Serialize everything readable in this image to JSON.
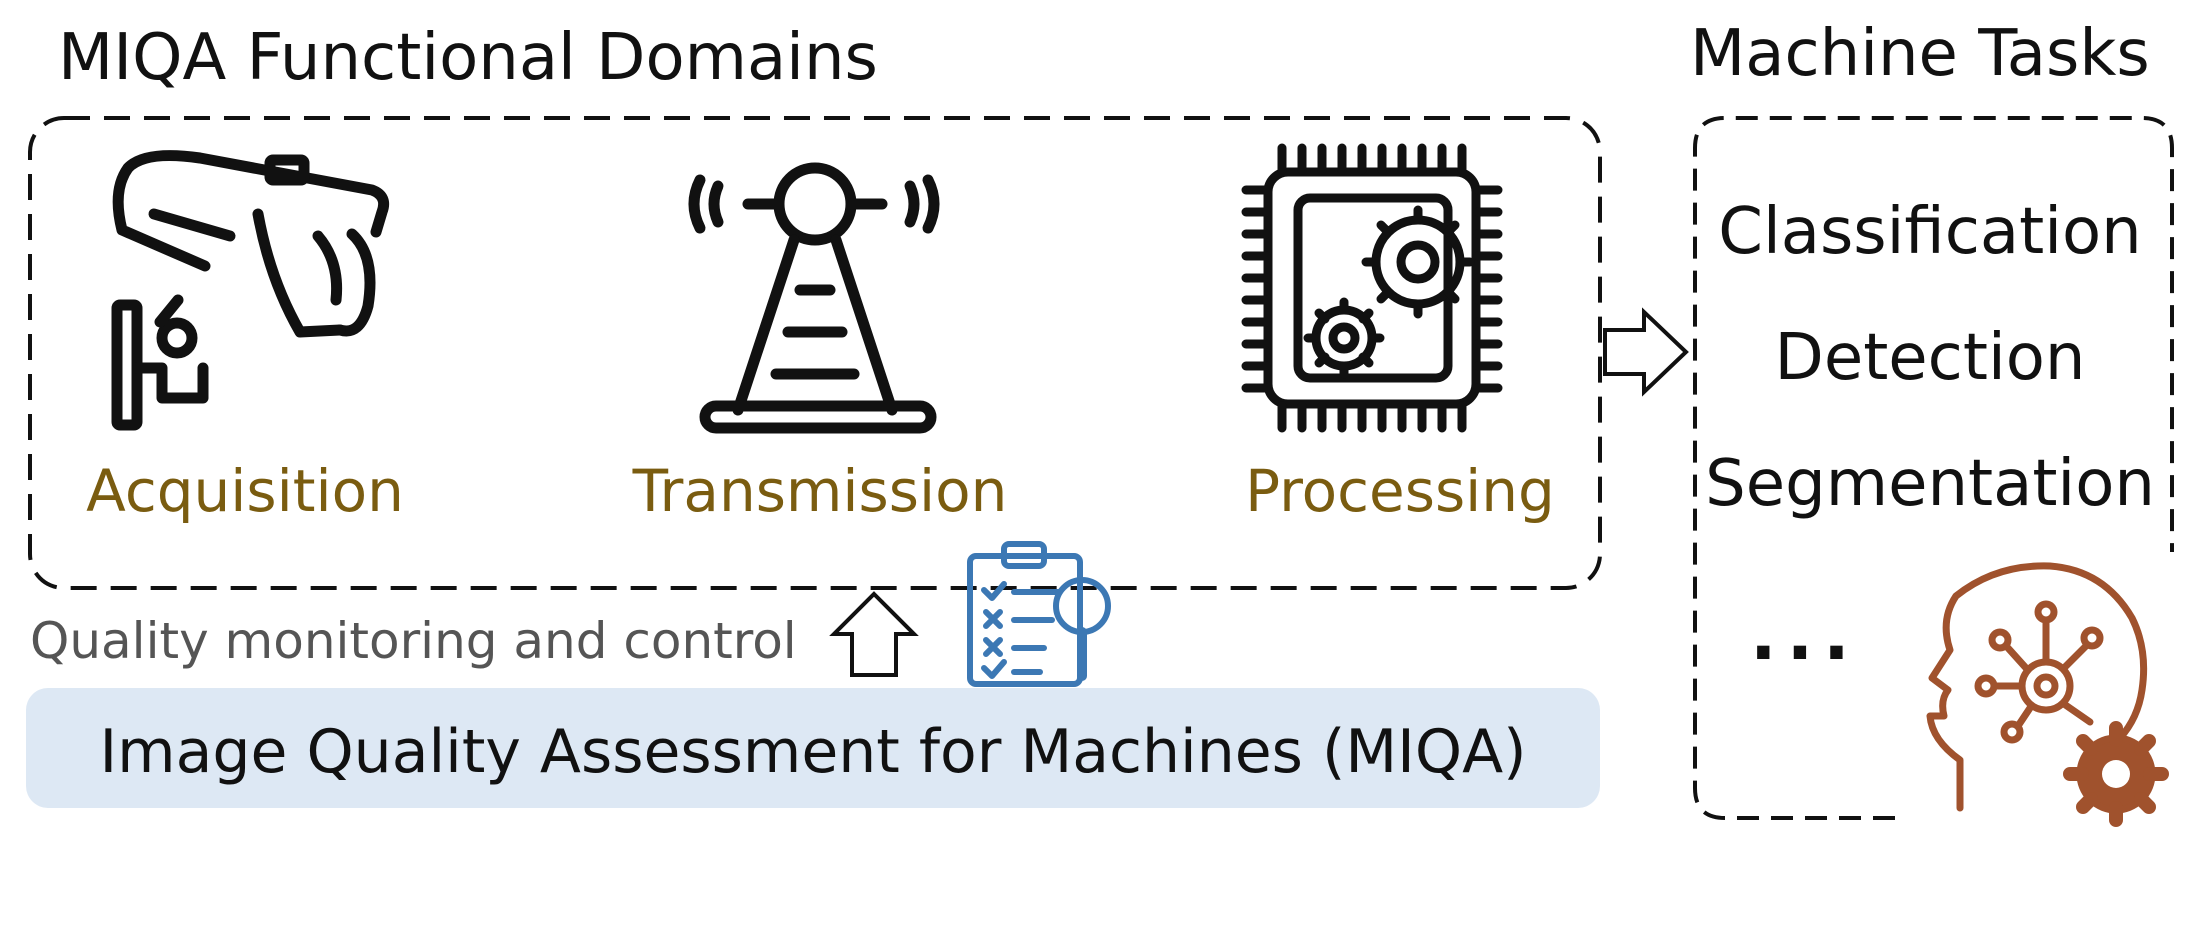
{
  "diagram": {
    "left_title": "MIQA Functional Domains",
    "right_title": "Machine Tasks",
    "domains": [
      {
        "label": "Acquisition",
        "icon": "security-camera-icon"
      },
      {
        "label": "Transmission",
        "icon": "radio-tower-icon"
      },
      {
        "label": "Processing",
        "icon": "processor-chip-gears-icon"
      }
    ],
    "tasks": [
      "Classification",
      "Detection",
      "Segmentation"
    ],
    "tasks_more": "...",
    "feedback_label": "Quality monitoring and control",
    "miqa_label": "Image Quality Assessment for Machines (MIQA)",
    "icons": {
      "clipboard": "checklist-magnifier-icon",
      "ai_head": "ai-head-gear-icon",
      "arrow_up": "outline-arrow-up-icon",
      "arrow_right": "outline-arrow-right-icon"
    },
    "colors": {
      "domain_label": "#7a5c10",
      "miqa_fill": "#dde8f4",
      "clipboard_blue": "#3c78b4",
      "ai_brown": "#a0522d",
      "feedback_text": "#555555"
    }
  }
}
